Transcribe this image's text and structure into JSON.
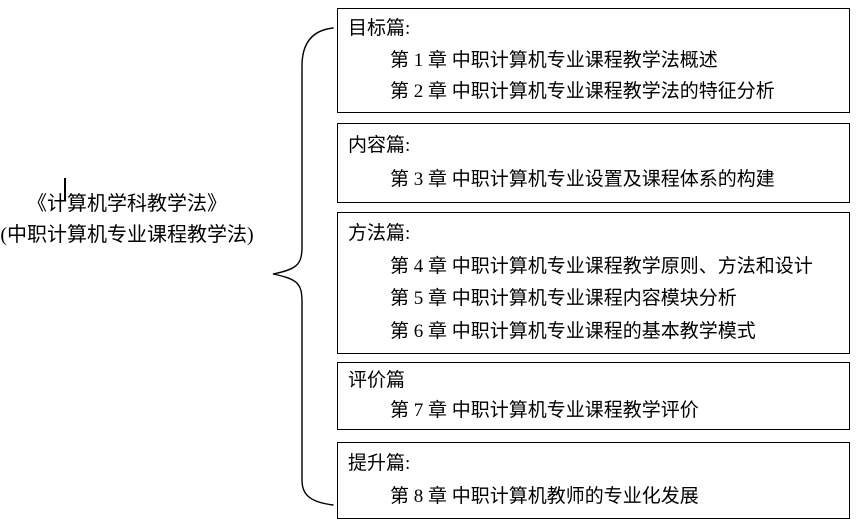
{
  "diagram": {
    "book_title": {
      "line1": "《计算机学科教学法》",
      "line2": "(中职计算机专业课程教学法)"
    },
    "sections": [
      {
        "heading": "目标篇:",
        "chapters": [
          "第 1 章 中职计算机专业课程教学法概述",
          "第 2 章 中职计算机专业课程教学法的特征分析"
        ]
      },
      {
        "heading": "内容篇:",
        "chapters": [
          "第 3 章 中职计算机专业设置及课程体系的构建"
        ]
      },
      {
        "heading": "方法篇:",
        "chapters": [
          "第 4 章 中职计算机专业课程教学原则、方法和设计",
          "第 5 章 中职计算机专业课程内容模块分析",
          "第 6 章 中职计算机专业课程的基本教学模式"
        ]
      },
      {
        "heading": "评价篇",
        "chapters": [
          "第 7 章 中职计算机专业课程教学评价"
        ]
      },
      {
        "heading": "提升篇:",
        "chapters": [
          "第 8 章 中职计算机教师的专业化发展"
        ]
      }
    ],
    "colors": {
      "background": "#ffffff",
      "line": "#000000",
      "text": "#000000"
    }
  }
}
